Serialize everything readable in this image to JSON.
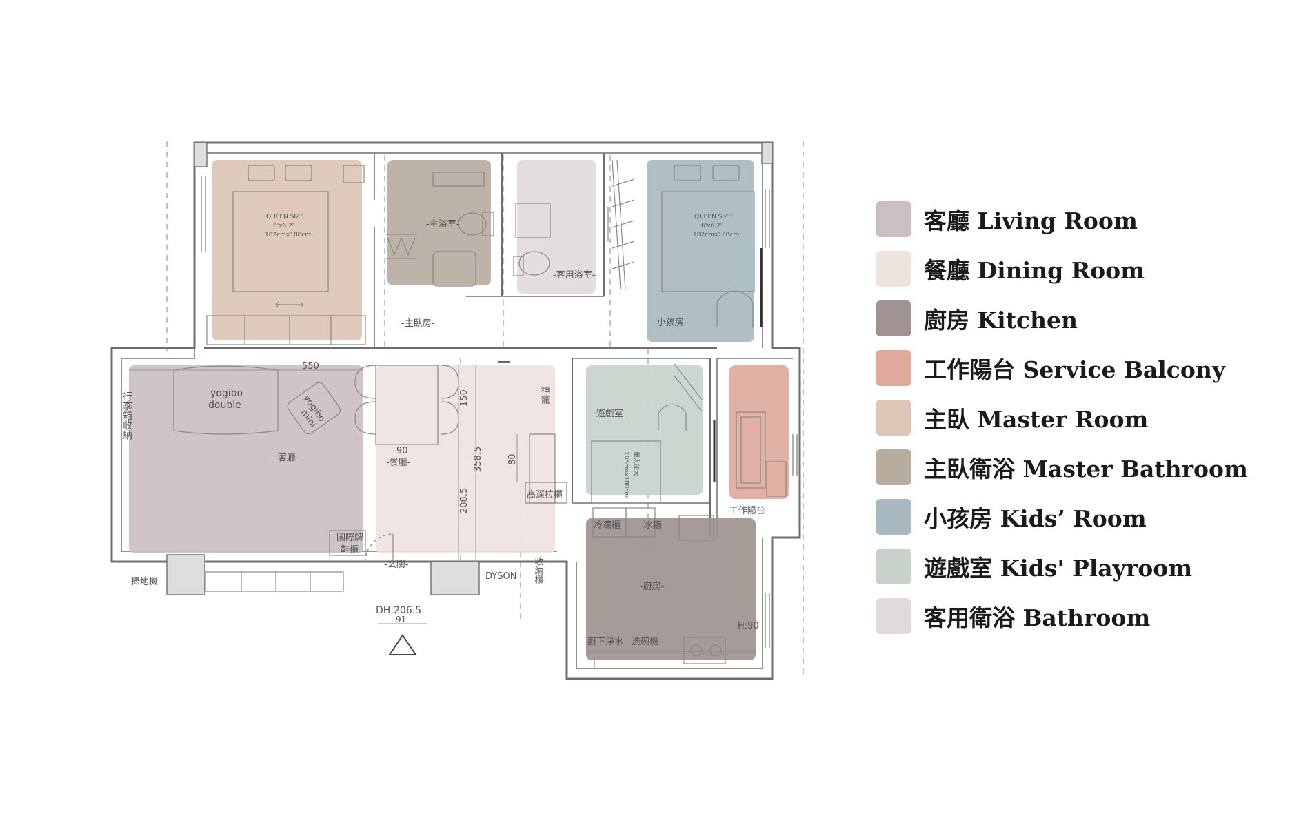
{
  "rooms": {
    "living": {
      "label": "-客廳-",
      "color": "#cbbfc2"
    },
    "dining": {
      "label": "-餐廳-",
      "color": "#efe3e0"
    },
    "kitchen": {
      "label": "-廚房-",
      "color": "#a09391"
    },
    "service_balcony": {
      "label": "-工作陽台-",
      "color": "#ddaa9c"
    },
    "master": {
      "label": "-主臥房-",
      "color": "#dcc6b5"
    },
    "master_bath": {
      "label": "-主浴室-",
      "color": "#b8aca1"
    },
    "kids": {
      "label": "-小孩房-",
      "color": "#a9b8c1"
    },
    "playroom": {
      "label": "-遊戲室-",
      "color": "#c8d1ca"
    },
    "guest_bath": {
      "label": "-客用浴室-",
      "color": "#e1dadb"
    }
  },
  "furniture": {
    "bed_master": [
      "QUEEN SIZE",
      "6'x6.2'",
      "182cmx188cm"
    ],
    "bed_kids": [
      "QUEEN SIZE",
      "6'x6.2'",
      "182cmx188cm"
    ],
    "yogibo_double": [
      "yogibo",
      "double"
    ],
    "yogibo_mini": [
      "yogibo",
      "mini"
    ],
    "luggage_storage": "行李箱收納",
    "shrine": "神龕",
    "shoe_cabinet": [
      "國際牌",
      "鞋櫃"
    ],
    "entry": "-玄關-",
    "vacuum": "掃地機",
    "dyson": "DYSON",
    "storage_cabinet": "收納櫃",
    "pullout_cabinet": "高深拉櫃",
    "freezer": "冷凍櫃",
    "fridge": "冰箱",
    "water_filter": "廚下淨水",
    "dishwasher": "洗碗機",
    "single_bed": [
      "單人加大",
      "105cmx188cm"
    ],
    "counter_height": "H:90",
    "door_height": "DH:206.5"
  },
  "dimensions": {
    "d550": "550",
    "d150": "150",
    "d90": "90",
    "d3585": "358.5",
    "d2085": "208.5",
    "d80": "80",
    "d91": "91"
  },
  "legend": [
    {
      "text": "客廳 Living Room",
      "color": "#cbbfc2"
    },
    {
      "text": "餐廳 Dining Room",
      "color": "#efe3e0"
    },
    {
      "text": "廚房 Kitchen",
      "color": "#a09391"
    },
    {
      "text": "工作陽台 Service Balcony",
      "color": "#ddaa9c"
    },
    {
      "text": "主臥 Master Room",
      "color": "#dcc6b5"
    },
    {
      "text": "主臥衛浴 Master Bathroom",
      "color": "#b8aca1"
    },
    {
      "text": "小孩房 Kids’ Room",
      "color": "#a9b8c1"
    },
    {
      "text": "遊戲室 Kids' Playroom",
      "color": "#c8d1ca"
    },
    {
      "text": "客用衛浴 Bathroom",
      "color": "#e1dadb"
    }
  ]
}
